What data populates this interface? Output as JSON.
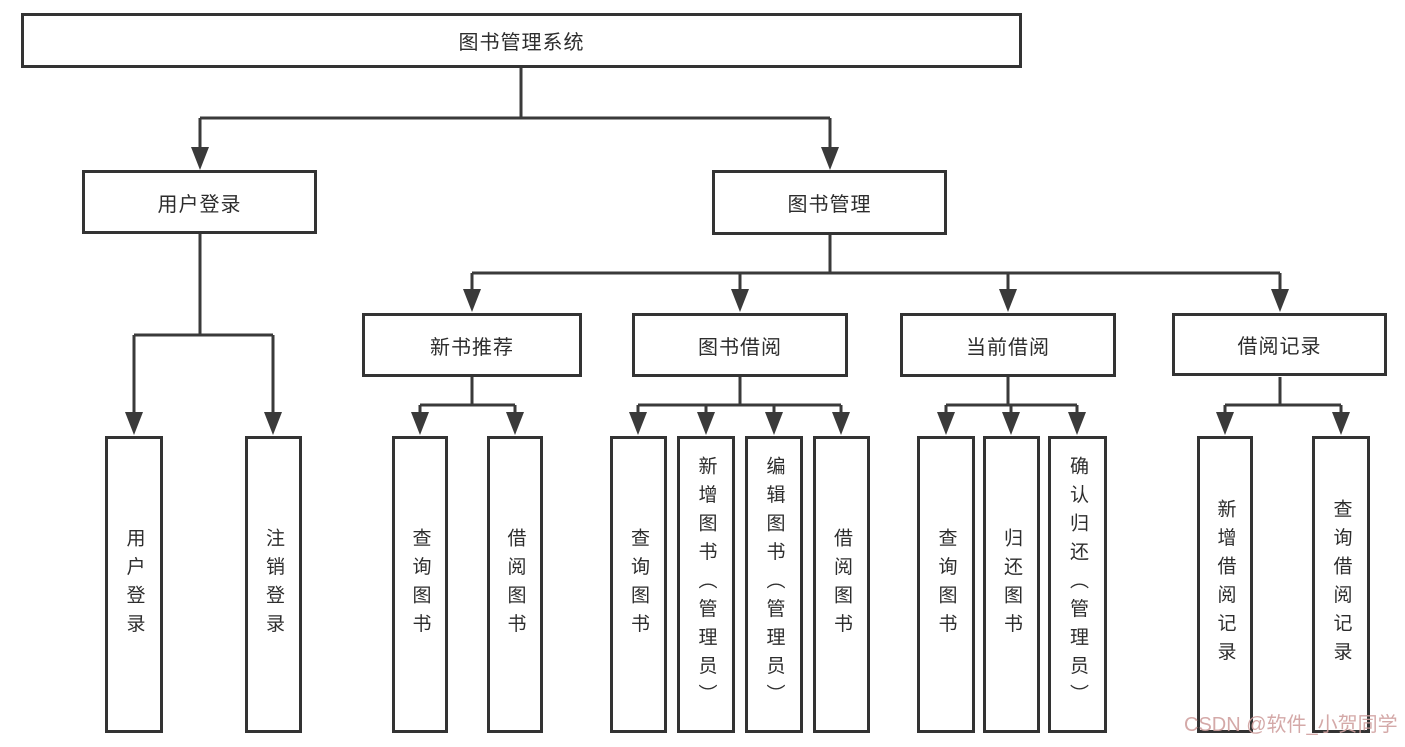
{
  "diagram_title": "图书管理系统",
  "tree": {
    "label": "图书管理系统",
    "children": [
      {
        "label": "用户登录",
        "children": [
          {
            "label": "用户登录"
          },
          {
            "label": "注销登录"
          }
        ]
      },
      {
        "label": "图书管理",
        "children": [
          {
            "label": "新书推荐",
            "children": [
              {
                "label": "查询图书"
              },
              {
                "label": "借阅图书"
              }
            ]
          },
          {
            "label": "图书借阅",
            "children": [
              {
                "label": "查询图书"
              },
              {
                "label": "新增图书（管理员）"
              },
              {
                "label": "编辑图书（管理员）"
              },
              {
                "label": "借阅图书"
              }
            ]
          },
          {
            "label": "当前借阅",
            "children": [
              {
                "label": "查询图书"
              },
              {
                "label": "归还图书"
              },
              {
                "label": "确认归还（管理员）"
              }
            ]
          },
          {
            "label": "借阅记录",
            "children": [
              {
                "label": "新增借阅记录"
              },
              {
                "label": "查询借阅记录"
              }
            ]
          }
        ]
      }
    ]
  },
  "watermark": {
    "text": "CSDN @软件_小贺同学",
    "color": "#cfa09e"
  },
  "colors": {
    "line": "#3a3a3a",
    "border": "#333333",
    "text": "#2d2d2d",
    "background": "#ffffff"
  }
}
